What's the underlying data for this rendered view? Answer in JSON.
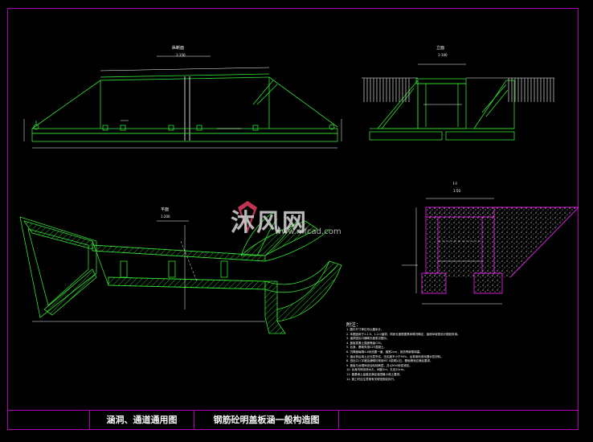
{
  "drawing": {
    "views": {
      "elevation_title": "纵断面",
      "elevation_scale": "1:150",
      "side_title": "立面",
      "side_scale": "1:100",
      "plan_title": "平面",
      "plan_scale": "1:200",
      "section_title": "I-I",
      "section_scale": "1:50"
    },
    "notes": {
      "heading": "附注：",
      "lines": [
        "1. 图中尺寸单位均以厘米计。",
        "2. 本图适用于1-1.5、1-2.0涵洞，洞身长度根据具体情况确定，涵底纵坡按设计图纸采用。",
        "3. 涵洞进出口铺砌长度参见图示。",
        "4. 盖板混凝土强度等级C30。",
        "5. 台身、基础采用C25混凝土。",
        "6. 沉降缝每隔4-6米设置一道，缝宽2cm，用沥青麻絮填塞。",
        "7. 涵台背后填土应分层夯实，压实度不小于95%，台背填料采用透水性材料。",
        "8. 进出口八字墙及铺砌均采用M7.5浆砌片石，基础埋深应满足要求。",
        "9. 盖板与台帽间设油毛毡两层，并以M10砂浆填实。",
        "10. 台身内侧设泄水孔，间距2m，孔径10cm。",
        "11. 路基填土高度应满足涵顶最小填土要求。",
        "12. 施工时应注意按有关规范规定执行。"
      ]
    },
    "title_block": {
      "left": "涵洞、通道通用图",
      "right": "钢筋砼明盖板涵一般构造图"
    },
    "watermark": {
      "brand": "沐风网",
      "url": "www.mfcad.com"
    },
    "colors": {
      "structure": "#34e034",
      "dimension": "#ffffff",
      "frame": "#b000b0",
      "section": "#e020e0",
      "hatch": "#e040e0"
    }
  }
}
